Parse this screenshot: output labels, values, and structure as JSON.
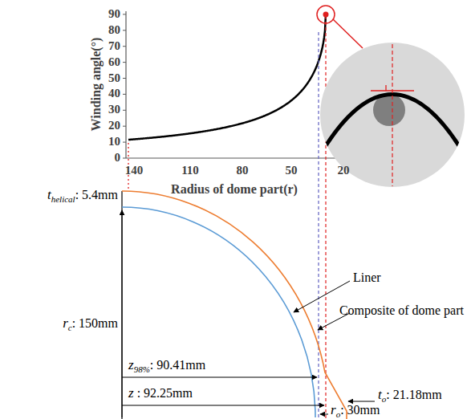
{
  "diagram": {
    "labels": [
      "90",
      "80",
      "70",
      "60",
      "50",
      "40",
      "30",
      "20",
      "10",
      "0",
      "Winding angle(°)",
      "140",
      "110",
      "80",
      "50",
      "20",
      "Radius of dome part(r)",
      "t",
      "helical",
      ": 5.4mm",
      "Liner",
      "Composite of dome part",
      "r",
      "c",
      ": 150mm",
      "z",
      "98%",
      ": 90.41mm",
      "z",
      ": 92.25mm",
      "t",
      "o",
      ": 21.18mm",
      "r",
      "o",
      ": 30mm"
    ]
  }
}
